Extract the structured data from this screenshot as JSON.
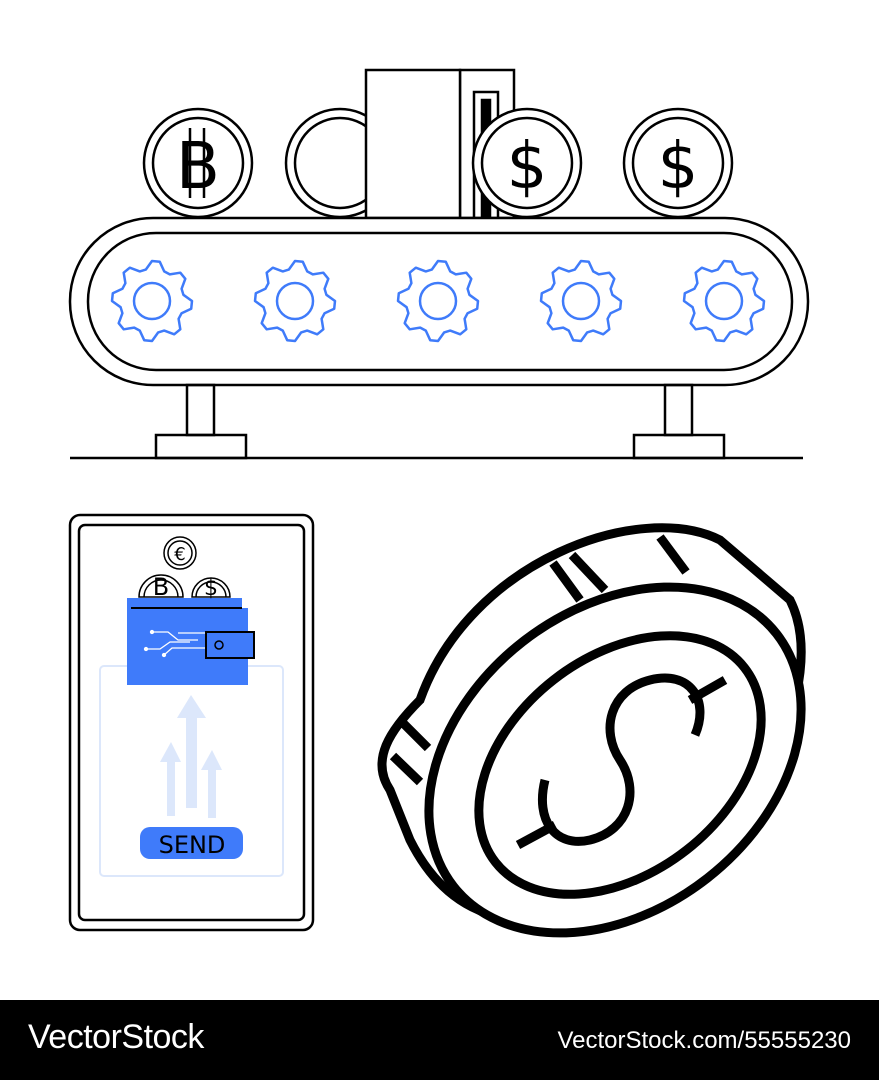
{
  "illustration": {
    "coins": [
      "bitcoin",
      "blank",
      "dollar",
      "dollar"
    ],
    "conveyor_gear_count": 5,
    "phone": {
      "send_label": "SEND",
      "wallet_coins": [
        "euro",
        "bitcoin",
        "dollar"
      ],
      "coin_symbols": {
        "euro": "€",
        "bitcoin": "B",
        "dollar": "$"
      }
    },
    "big_coin_symbol": "dollar"
  },
  "colors": {
    "accent": "#3f7bfa",
    "light_accent": "#dce7fb",
    "stroke": "#000000"
  },
  "footer": {
    "brand": "VectorStock",
    "url": "VectorStock.com/55555230"
  }
}
